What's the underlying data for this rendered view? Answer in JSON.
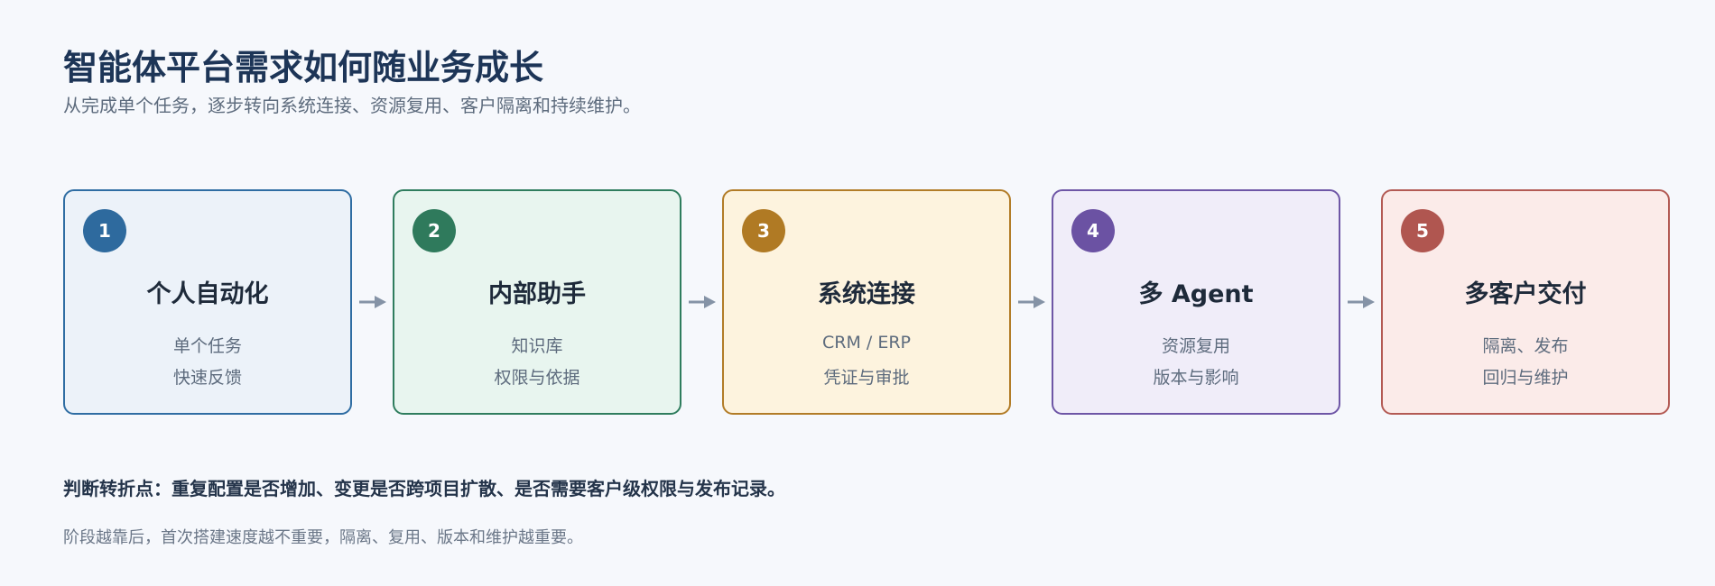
{
  "header": {
    "title": "智能体平台需求如何随业务成长",
    "subtitle": "从完成单个任务，逐步转向系统连接、资源复用、客户隔离和持续维护。"
  },
  "stages": [
    {
      "number": "1",
      "title": "个人自动化",
      "lines": [
        "单个任务",
        "快速反馈"
      ],
      "accent": "#2e6a9e",
      "border": "#2f6da3",
      "bg": "#ecf2f9"
    },
    {
      "number": "2",
      "title": "内部助手",
      "lines": [
        "知识库",
        "权限与依据"
      ],
      "accent": "#2f7a5c",
      "border": "#2f7d5e",
      "bg": "#e8f5ef"
    },
    {
      "number": "3",
      "title": "系统连接",
      "lines": [
        "CRM / ERP",
        "凭证与审批"
      ],
      "accent": "#b07a24",
      "border": "#b27c27",
      "bg": "#fdf3de"
    },
    {
      "number": "4",
      "title": "多 Agent",
      "lines": [
        "资源复用",
        "版本与影响"
      ],
      "accent": "#6b52a3",
      "border": "#6e56a6",
      "bg": "#f0edf9"
    },
    {
      "number": "5",
      "title": "多客户交付",
      "lines": [
        "隔离、发布",
        "回归与维护"
      ],
      "accent": "#b05650",
      "border": "#b35a54",
      "bg": "#fbebe9"
    }
  ],
  "footer": {
    "insight": "判断转折点：重复配置是否增加、变更是否跨项目扩散、是否需要客户级权限与发布记录。",
    "note": "阶段越靠后，首次搭建速度越不重要，隔离、复用、版本和维护越重要。"
  },
  "colors": {
    "arrow": "#8593a6",
    "title": "#1d3557",
    "background": "#f6f8fc"
  }
}
